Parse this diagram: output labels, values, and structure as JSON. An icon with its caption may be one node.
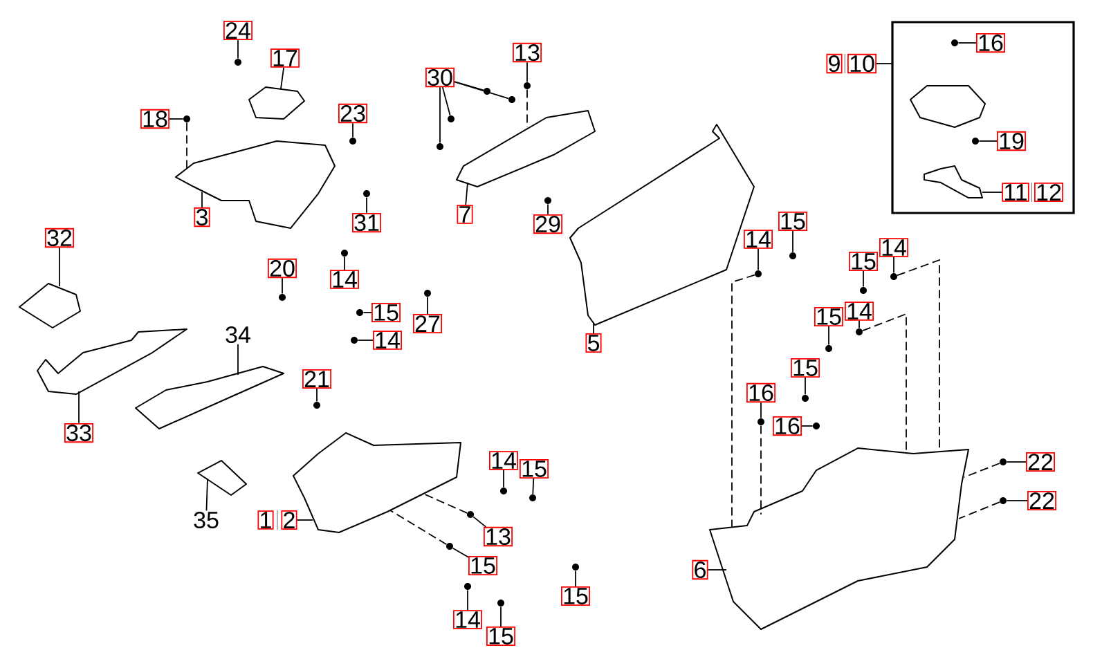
{
  "diagram": {
    "nodes": [
      {
        "text": [],
        "shape": "box"
      },
      {
        "text": [],
        "shape": "picture",
        "in": 0
      },
      {
        "text": [],
        "shape": "picture",
        "in": 0
      },
      {
        "text": [],
        "shape": "picture"
      },
      {
        "text": [],
        "shape": "picture"
      },
      {
        "text": [],
        "shape": "picture"
      },
      {
        "text": [],
        "shape": "picture"
      },
      {
        "text": [],
        "shape": "picture"
      },
      {
        "text": [],
        "shape": "picture"
      },
      {
        "text": [],
        "shape": "picture"
      },
      {
        "text": [],
        "shape": "picture"
      },
      {
        "text": [],
        "shape": "picture"
      },
      {
        "text": [],
        "shape": "picture"
      },
      {
        "text": [
          "24"
        ]
      },
      {
        "text": [
          "17"
        ]
      },
      {
        "text": [
          "18"
        ]
      },
      {
        "text": [
          "23"
        ]
      },
      {
        "text": [
          "3"
        ]
      },
      {
        "text": [
          "31"
        ]
      },
      {
        "text": [
          "32"
        ]
      },
      {
        "text": [
          "20"
        ]
      },
      {
        "text": [
          "14"
        ]
      },
      {
        "text": [
          "15"
        ]
      },
      {
        "text": [
          "27"
        ]
      },
      {
        "text": [
          "14"
        ]
      },
      {
        "text": [
          "34"
        ]
      },
      {
        "text": [
          "21"
        ]
      },
      {
        "text": [
          "33"
        ]
      },
      {
        "text": [
          "35"
        ]
      },
      {
        "text": [
          "14"
        ]
      },
      {
        "text": [
          "15"
        ]
      },
      {
        "text": [
          "1"
        ]
      },
      {
        "text": [
          "2"
        ]
      },
      {
        "text": [
          "13"
        ]
      },
      {
        "text": [
          "15"
        ]
      },
      {
        "text": [
          "14"
        ]
      },
      {
        "text": [
          "15"
        ]
      },
      {
        "text": [
          "30"
        ]
      },
      {
        "text": [
          "13"
        ]
      },
      {
        "text": [
          "7"
        ]
      },
      {
        "text": [
          "29"
        ]
      },
      {
        "text": [
          "5"
        ]
      },
      {
        "text": [
          "9"
        ]
      },
      {
        "text": [
          "10"
        ]
      },
      {
        "text": [
          "16"
        ],
        "in": 0
      },
      {
        "text": [
          "19"
        ],
        "in": 0
      },
      {
        "text": [
          "11"
        ],
        "in": 0
      },
      {
        "text": [
          "12"
        ],
        "in": 0
      },
      {
        "text": [
          "14"
        ]
      },
      {
        "text": [
          "15"
        ]
      },
      {
        "text": [
          "14"
        ]
      },
      {
        "text": [
          "15"
        ]
      },
      {
        "text": [
          "15"
        ]
      },
      {
        "text": [
          "14"
        ]
      },
      {
        "text": [
          "15"
        ]
      },
      {
        "text": [
          "16"
        ]
      },
      {
        "text": [
          "16"
        ]
      },
      {
        "text": [
          "22"
        ]
      },
      {
        "text": [
          "22"
        ]
      },
      {
        "text": [
          "6"
        ]
      },
      {
        "text": [
          "15"
        ]
      },
      {
        "text": [],
        "shape": "circle"
      },
      {
        "text": [],
        "shape": "circle"
      },
      {
        "text": [],
        "shape": "circle"
      },
      {
        "text": [],
        "shape": "circle"
      },
      {
        "text": [],
        "shape": "circle"
      },
      {
        "text": [],
        "shape": "circle"
      },
      {
        "text": [],
        "shape": "circle"
      },
      {
        "text": [],
        "shape": "circle"
      },
      {
        "text": [],
        "shape": "circle"
      },
      {
        "text": [],
        "shape": "circle"
      },
      {
        "text": [],
        "shape": "circle"
      },
      {
        "text": [],
        "shape": "circle"
      },
      {
        "text": [],
        "shape": "circle"
      },
      {
        "text": [],
        "shape": "circle"
      },
      {
        "text": [],
        "shape": "circle"
      },
      {
        "text": [],
        "shape": "circle"
      },
      {
        "text": [],
        "shape": "circle"
      },
      {
        "text": [],
        "shape": "circle"
      },
      {
        "text": [],
        "shape": "circle"
      },
      {
        "text": [],
        "shape": "circle"
      },
      {
        "text": [],
        "shape": "circle"
      },
      {
        "text": [],
        "shape": "circle"
      },
      {
        "text": [],
        "shape": "circle",
        "in": 0
      },
      {
        "text": [],
        "shape": "circle",
        "in": 0
      },
      {
        "text": [],
        "shape": "circle"
      },
      {
        "text": [],
        "shape": "circle"
      },
      {
        "text": [],
        "shape": "circle"
      },
      {
        "text": [],
        "shape": "circle"
      },
      {
        "text": [],
        "shape": "circle"
      },
      {
        "text": [],
        "shape": "circle"
      },
      {
        "text": [],
        "shape": "circle"
      },
      {
        "text": [],
        "shape": "circle"
      },
      {
        "text": [],
        "shape": "circle"
      },
      {
        "text": [],
        "shape": "circle"
      },
      {
        "text": [],
        "shape": "circle"
      },
      {
        "text": [],
        "shape": "circle"
      }
    ],
    "edges": [
      {
        "from": 14,
        "to": 4,
        "arrow": "none"
      },
      {
        "from": 17,
        "to": 3,
        "arrow": "none"
      },
      {
        "from": 19,
        "to": 7,
        "arrow": "none"
      },
      {
        "from": 27,
        "to": 8,
        "arrow": "none"
      },
      {
        "from": 25,
        "to": 9,
        "arrow": "none"
      },
      {
        "from": 28,
        "to": 10,
        "arrow": "none"
      },
      {
        "from": 32,
        "to": 11,
        "arrow": "none"
      },
      {
        "from": 39,
        "to": 5,
        "arrow": "none"
      },
      {
        "from": 41,
        "to": 6,
        "arrow": "none"
      },
      {
        "from": 43,
        "to": 0,
        "arrow": "none"
      },
      {
        "from": 46,
        "to": 2,
        "arrow": "none"
      },
      {
        "from": 59,
        "to": 12,
        "arrow": "none"
      },
      {
        "from": 13,
        "to": 61,
        "arrow": "none"
      },
      {
        "from": 15,
        "to": 62,
        "arrow": "none"
      },
      {
        "from": 16,
        "to": 63,
        "arrow": "none"
      },
      {
        "from": 18,
        "to": 64,
        "arrow": "none"
      },
      {
        "from": 20,
        "to": 65,
        "arrow": "none"
      },
      {
        "from": 21,
        "to": 66,
        "arrow": "none"
      },
      {
        "from": 22,
        "to": 67,
        "arrow": "none"
      },
      {
        "from": 23,
        "to": 68,
        "arrow": "none"
      },
      {
        "from": 24,
        "to": 69,
        "arrow": "none"
      },
      {
        "from": 26,
        "to": 70,
        "arrow": "none"
      },
      {
        "from": 29,
        "to": 71,
        "arrow": "none"
      },
      {
        "from": 30,
        "to": 72,
        "arrow": "none"
      },
      {
        "from": 33,
        "to": 73,
        "arrow": "none"
      },
      {
        "from": 34,
        "to": 74,
        "arrow": "none"
      },
      {
        "from": 35,
        "to": 75,
        "arrow": "none"
      },
      {
        "from": 36,
        "to": 76,
        "arrow": "none"
      },
      {
        "from": 37,
        "to": 77,
        "arrow": "none"
      },
      {
        "from": 37,
        "to": 78,
        "arrow": "none"
      },
      {
        "from": 37,
        "to": 79,
        "arrow": "none"
      },
      {
        "from": 37,
        "to": 80,
        "arrow": "none"
      },
      {
        "from": 38,
        "to": 81,
        "arrow": "none"
      },
      {
        "from": 40,
        "to": 82,
        "arrow": "none"
      },
      {
        "from": 44,
        "to": 83,
        "arrow": "none"
      },
      {
        "from": 45,
        "to": 84,
        "arrow": "none"
      },
      {
        "from": 48,
        "to": 85,
        "arrow": "none"
      },
      {
        "from": 49,
        "to": 86,
        "arrow": "none"
      },
      {
        "from": 50,
        "to": 87,
        "arrow": "none"
      },
      {
        "from": 51,
        "to": 88,
        "arrow": "none"
      },
      {
        "from": 52,
        "to": 89,
        "arrow": "none"
      },
      {
        "from": 53,
        "to": 90,
        "arrow": "none"
      },
      {
        "from": 54,
        "to": 91,
        "arrow": "none"
      },
      {
        "from": 55,
        "to": 92,
        "arrow": "none"
      },
      {
        "from": 56,
        "to": 93,
        "arrow": "none"
      },
      {
        "from": 57,
        "to": 94,
        "arrow": "none"
      },
      {
        "from": 58,
        "to": 95,
        "arrow": "none"
      },
      {
        "from": 60,
        "to": 96,
        "arrow": "none"
      },
      {
        "from": 62,
        "to": 3,
        "arrow": "none",
        "style": "dashed"
      },
      {
        "from": 81,
        "to": 5,
        "arrow": "none",
        "style": "dashed"
      },
      {
        "from": 85,
        "to": 12,
        "arrow": "none",
        "style": "dashed"
      },
      {
        "from": 87,
        "to": 12,
        "arrow": "none",
        "style": "dashed"
      },
      {
        "from": 90,
        "to": 12,
        "arrow": "none",
        "style": "dashed"
      },
      {
        "from": 92,
        "to": 12,
        "arrow": "none",
        "style": "dashed"
      },
      {
        "from": 73,
        "to": 11,
        "arrow": "none",
        "style": "dashed"
      },
      {
        "from": 74,
        "to": 11,
        "arrow": "none",
        "style": "dashed"
      },
      {
        "from": 94,
        "to": 12,
        "arrow": "none",
        "style": "dashed"
      },
      {
        "from": 95,
        "to": 12,
        "arrow": "none",
        "style": "dashed"
      }
    ]
  }
}
